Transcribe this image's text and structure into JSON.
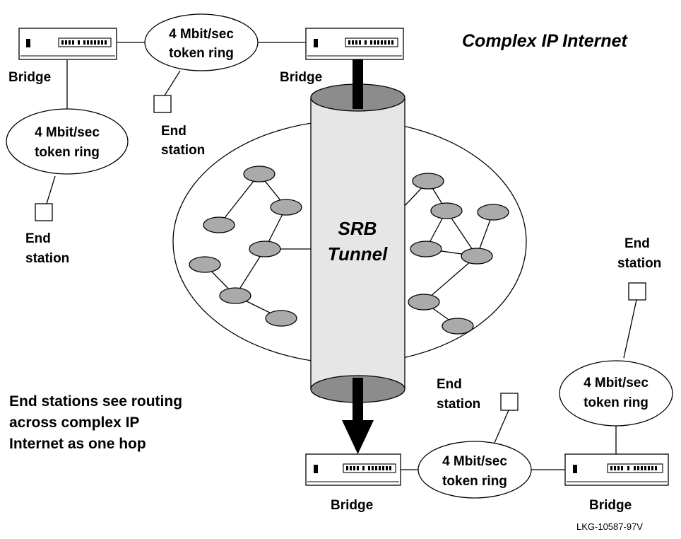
{
  "title": "Complex IP Internet",
  "tunnel": {
    "line1": "SRB",
    "line2": "Tunnel"
  },
  "bridge_label": "Bridge",
  "ring": {
    "line1": "4 Mbit/sec",
    "line2": "token ring"
  },
  "end_station": {
    "line1": "End",
    "line2": "station"
  },
  "end_station_inline": "End station",
  "caption": {
    "line1": "End stations see routing",
    "line2": "across complex IP",
    "line3": "Internet as one hop"
  },
  "figure_id": "LKG-10587-97V",
  "colors": {
    "router_node": "#aaaaaa",
    "tunnel_body": "#e6e6e6",
    "tunnel_cap": "#8c8c8c",
    "line": "#000000"
  }
}
